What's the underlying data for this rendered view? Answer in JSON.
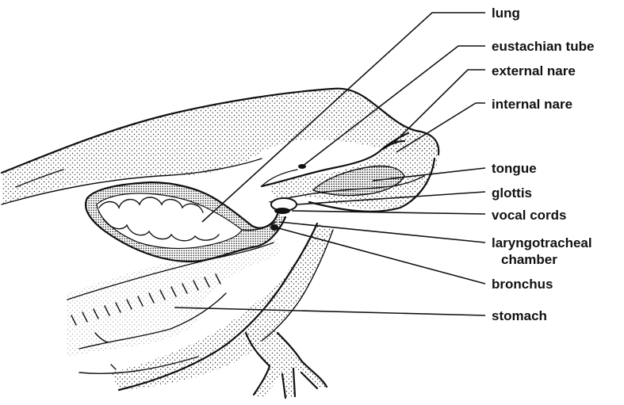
{
  "labels": {
    "lung": "lung",
    "eustachian_tube": "eustachian tube",
    "external_nare": "external nare",
    "internal_nare": "internal nare",
    "tongue": "tongue",
    "glottis": "glottis",
    "vocal_cords": "vocal cords",
    "laryngotracheal_line1": "laryngotracheal",
    "laryngotracheal_line2": "chamber",
    "bronchus": "bronchus",
    "stomach": "stomach"
  },
  "colors": {
    "ink": "#111111",
    "stipple": "#333333",
    "background": "#ffffff"
  }
}
